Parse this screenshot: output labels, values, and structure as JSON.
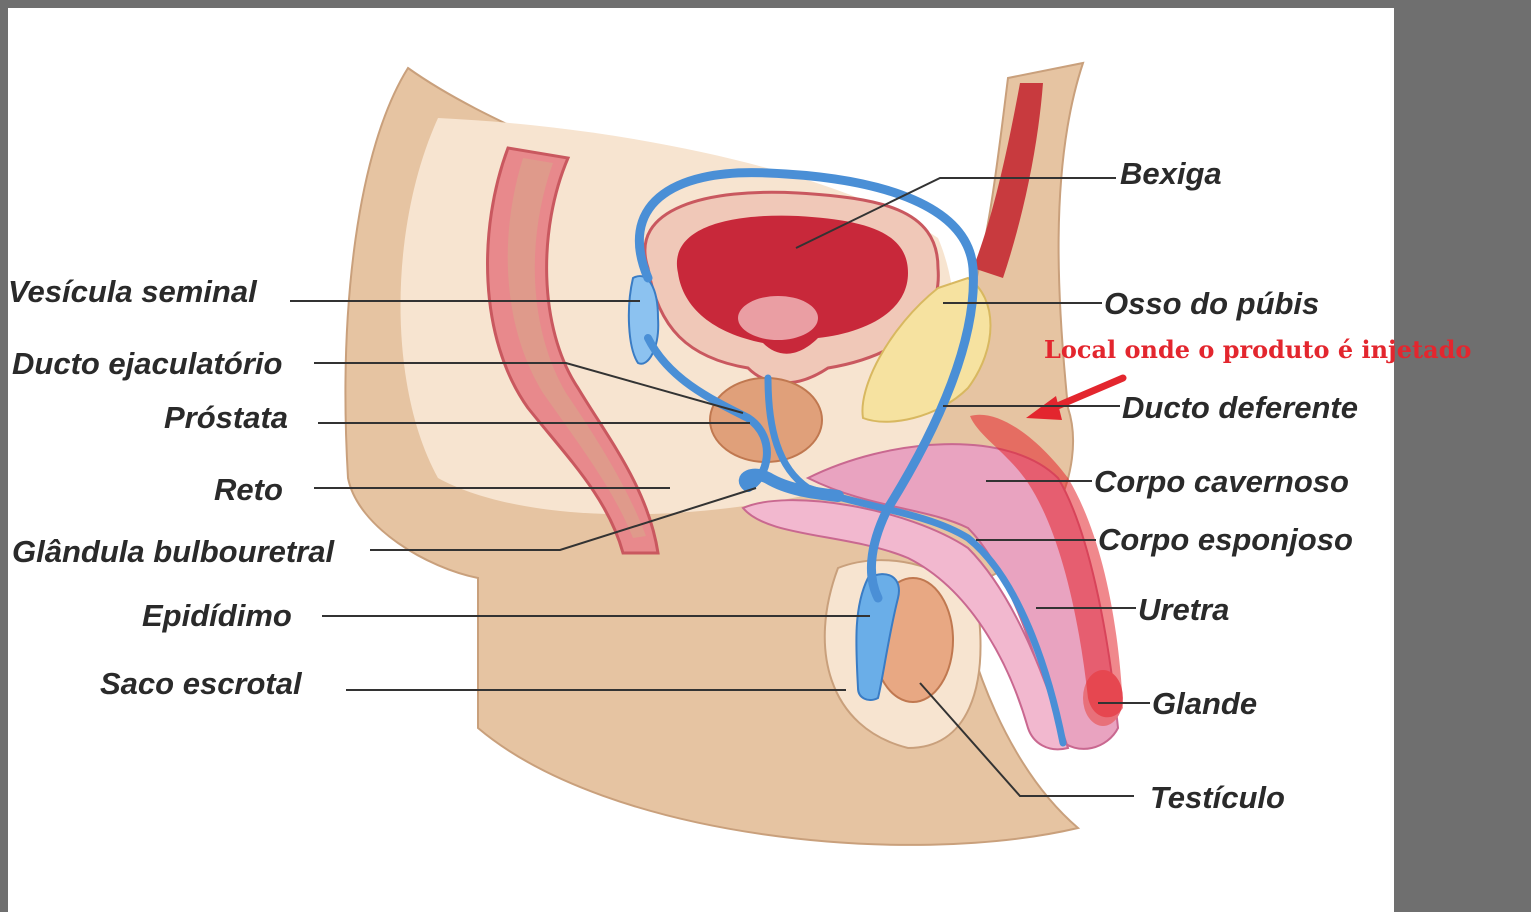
{
  "labels": {
    "bexiga": "Bexiga",
    "vesicula_seminal": "Vesícula seminal",
    "osso_pubis": "Osso do púbis",
    "ducto_ejaculatorio": "Ducto ejaculatório",
    "prostata": "Próstata",
    "ducto_deferente": "Ducto deferente",
    "reto": "Reto",
    "corpo_cavernoso": "Corpo cavernoso",
    "glandula_bulbouretral": "Glândula bulbouretral",
    "corpo_esponjoso": "Corpo esponjoso",
    "epididimo": "Epidídimo",
    "uretra": "Uretra",
    "saco_escrotal": "Saco escrotal",
    "glande": "Glande",
    "testiculo": "Testículo"
  },
  "annotation": {
    "text": "Local onde o produto é injetado"
  },
  "colors": {
    "frame": "#6f6f6f",
    "skin": "#e6c4a2",
    "duct": "#4a8fd6",
    "bladder": "#c8283a",
    "highlight": "#e3262e",
    "annotation_text": "#e3262e"
  }
}
